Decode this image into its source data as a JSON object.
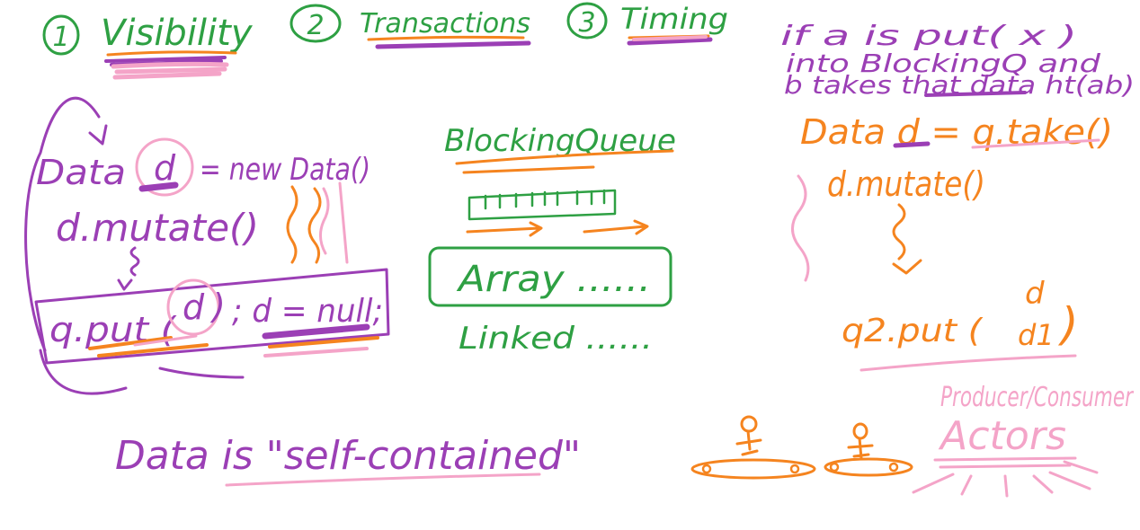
{
  "colors": {
    "green": "#2ea043",
    "purple": "#9b3fb5",
    "orange": "#f5841f",
    "pink": "#f4a4c8",
    "background": "#ffffff"
  },
  "topics": {
    "item1": {
      "number": "1",
      "label": "Visibility"
    },
    "item2": {
      "number": "2",
      "label": "Transactions"
    },
    "item3": {
      "number": "3",
      "label": "Timing"
    }
  },
  "left_code": {
    "line1_prefix": "Data",
    "line1_var": "d",
    "line1_rest": "= new Data()",
    "line2": "d.mutate()",
    "put_prefix": "q.put (",
    "put_arg": "d",
    "put_close": ")",
    "put_suffix": "; d = null;"
  },
  "middle": {
    "title": "BlockingQueue",
    "array_item": "Array ......",
    "linked_item": "Linked ......"
  },
  "right_note": {
    "line1": "if a is put( x )",
    "line2": "into BlockingQ and",
    "line3": "b takes that data ht(ab)"
  },
  "right_code": {
    "line1": "Data d = q.take()",
    "line2": "d.mutate()",
    "put_prefix": "q2.put (",
    "arg_top": "d",
    "arg_bottom": "d1",
    "put_close": ")"
  },
  "actors": {
    "subtitle": "Producer/Consumer",
    "title": "Actors"
  },
  "footer": {
    "statement": "Data is \"self-contained\""
  }
}
